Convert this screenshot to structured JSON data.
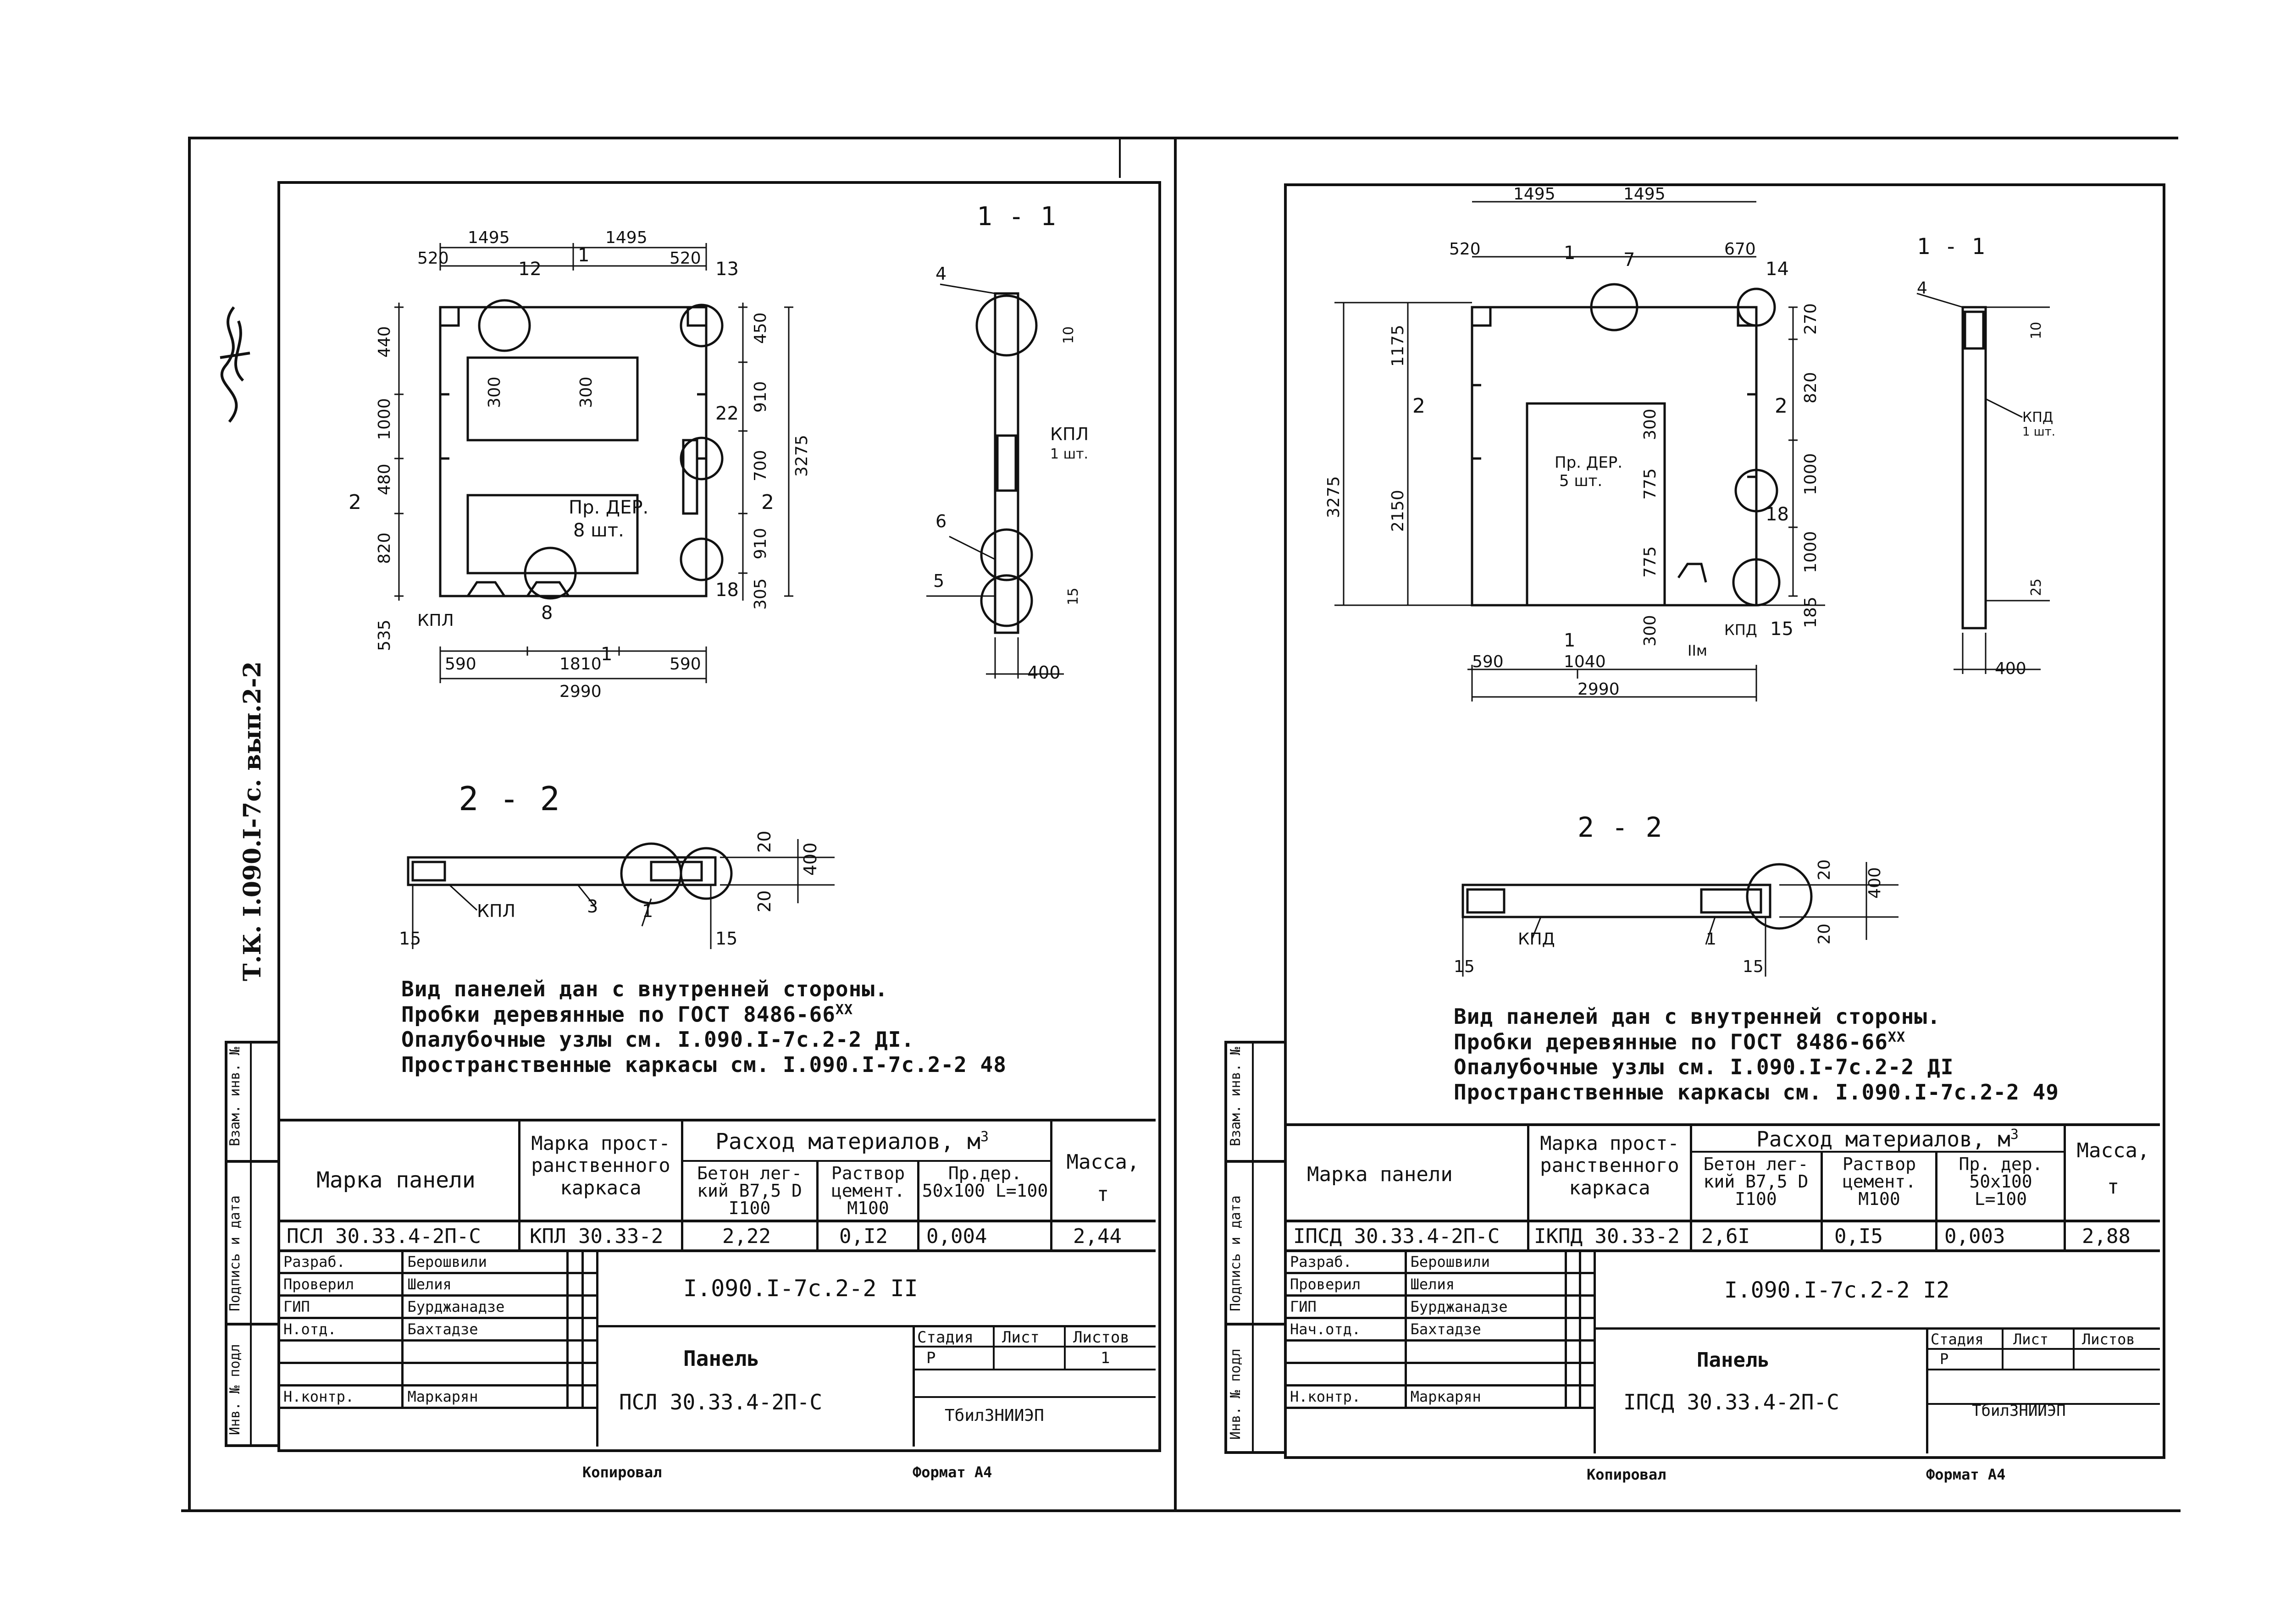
{
  "series_label": "Т.К. I.090.I-7с. вып.2-2",
  "sheets": [
    {
      "drawing": {
        "section_1": "1 - 1",
        "section_2": "2 - 2",
        "dims_top": [
          "1495",
          "1495",
          "520",
          "520"
        ],
        "dims_bottom": [
          "590",
          "1810",
          "590",
          "2990"
        ],
        "dims_left": [
          "440",
          "1000",
          "480",
          "820",
          "535"
        ],
        "dims_right": [
          "450",
          "910",
          "700",
          "910",
          "305",
          "3275"
        ],
        "inner": [
          "300",
          "300",
          "Пр. ДЕР.",
          "8 шт."
        ],
        "callouts": [
          "12",
          "13",
          "22",
          "18",
          "8",
          "1",
          "2",
          "2",
          "1",
          "КПЛ"
        ],
        "s11": [
          "4",
          "6",
          "5",
          "КПЛ",
          "1 шт.",
          "10",
          "15",
          "400"
        ],
        "s22": [
          "20",
          "400",
          "20",
          "КПЛ",
          "3",
          "1",
          "15",
          "15"
        ]
      },
      "notes": [
        "Вид панелей дан с внутренней стороны.",
        "Пробки деревянные по ГОСТ 8486-66",
        "Опалубочные узлы см. I.090.I-7с.2-2 ДI.",
        "Пространственные каркасы см. I.090.I-7с.2-2 48"
      ],
      "notes_sup": "XX",
      "table": {
        "h_mark": "Марка панели",
        "h_frame": "Марка прост- ранственного каркаса",
        "h_materials": "Расход материалов, м",
        "h_materials_sup": "3",
        "h_concrete": "Бетон лег- кий В7,5 D I100",
        "h_mortar": "Раствор цемент. М100",
        "h_wood": "Пр.дер. 50х100 L=100",
        "h_mass": "Масса, т",
        "row": [
          "ПСЛ 30.33.4-2П-С",
          "КПЛ 30.33-2",
          "2,22",
          "0,I2",
          "0,004",
          "2,44"
        ]
      },
      "stamp": {
        "roles": [
          "Разраб.",
          "Проверил",
          "ГИП",
          "Н.отд.",
          "",
          "",
          "Н.контр."
        ],
        "names": [
          "Берошвили",
          "Шелия",
          "Бурджанадзе",
          "Бахтадзе",
          "",
          "",
          "Маркарян"
        ],
        "code": "I.090.I-7с.2-2 II",
        "title": "Панель",
        "panel": "ПСЛ 30.33.4-2П-С",
        "h_stage": "Стадия",
        "h_sheet": "Лист",
        "h_sheets": "Листов",
        "stage": "Р",
        "sheet": "",
        "sheets": "1",
        "org": "ТбилЗНИИЭП",
        "copy": "Копировал",
        "format": "Формат А4"
      }
    },
    {
      "drawing": {
        "section_1": "1 - 1",
        "section_2": "2 - 2",
        "dims_top": [
          "1495",
          "1495",
          "520",
          "670"
        ],
        "dims_bottom": [
          "590",
          "1040",
          "2990"
        ],
        "dims_left": [
          "1175",
          "2150",
          "3275"
        ],
        "dims_right": [
          "270",
          "820",
          "1000",
          "1000",
          "185"
        ],
        "inner": [
          "300",
          "775",
          "775",
          "300",
          "Пр. ДЕР.",
          "5 шт."
        ],
        "callouts": [
          "7",
          "14",
          "18",
          "15",
          "1",
          "2",
          "2",
          "1",
          "КПД",
          "IIм"
        ],
        "s11": [
          "4",
          "КПД",
          "1 шт.",
          "10",
          "25",
          "400"
        ],
        "s22": [
          "20",
          "400",
          "20",
          "КПД",
          "1",
          "15",
          "15"
        ]
      },
      "notes": [
        "Вид панелей дан с внутренней стороны.",
        "Пробки деревянные по ГОСТ 8486-66",
        "Опалубочные узлы см. I.090.I-7с.2-2 ДI",
        "Пространственные каркасы см. I.090.I-7с.2-2 49"
      ],
      "notes_sup": "XX",
      "table": {
        "h_mark": "Марка панели",
        "h_frame": "Марка прост- ранственного каркаса",
        "h_materials": "Расход материалов, м",
        "h_materials_sup": "3",
        "h_concrete": "Бетон лег- кий В7,5 D I100",
        "h_mortar": "Раствор цемент. М100",
        "h_wood": "Пр. дер. 50х100 L=100",
        "h_mass": "Масса, т",
        "row": [
          "IПСД 30.33.4-2П-С",
          "IКПД 30.33-2",
          "2,6I",
          "0,I5",
          "0,003",
          "2,88"
        ]
      },
      "stamp": {
        "roles": [
          "Разраб.",
          "Проверил",
          "ГИП",
          "Нач.отд.",
          "",
          "",
          "Н.контр."
        ],
        "names": [
          "Берошвили",
          "Шелия",
          "Бурджанадзе",
          "Бахтадзе",
          "",
          "",
          "Маркарян"
        ],
        "code": "I.090.I-7с.2-2 I2",
        "title": "Панель",
        "panel": "IПСД 30.33.4-2П-С",
        "h_stage": "Стадия",
        "h_sheet": "Лист",
        "h_sheets": "Листов",
        "stage": "Р",
        "sheet": "",
        "sheets": "",
        "org": "ТбилЗНИИЭП",
        "copy": "Копировал",
        "format": "Формат А4"
      }
    }
  ],
  "side_columns": [
    "Взам. инв. №",
    "Подпись и дата",
    "Инв. № подл"
  ]
}
